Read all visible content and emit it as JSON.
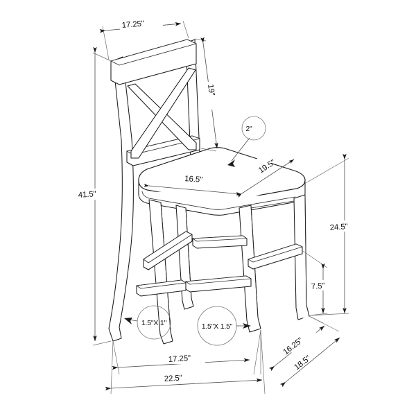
{
  "drawing": {
    "subject": "counter-height-bar-stool-dimension-drawing",
    "view": "isometric",
    "units": "inches",
    "line_color": "#1a1a1a",
    "dimension_color": "#4a4a4a",
    "background_color": "#ffffff"
  },
  "dimensions": {
    "backrest_width": "17.25\"",
    "backrest_height": "19\"",
    "seat_thickness": "2\"",
    "seat_width_front": "16.5\"",
    "seat_depth": "19.5\"",
    "overall_height": "41.5\"",
    "seat_height": "24.5\"",
    "footrest_height": "7.5\"",
    "base_width_inner": "17.25\"",
    "base_width_outer": "22.5\"",
    "base_depth_inner": "16.25\"",
    "base_depth_outer": "18.5\""
  },
  "callouts": [
    {
      "id": "seat-thickness",
      "label": "2\""
    },
    {
      "id": "back-leg-profile",
      "label": "1.5\"X 1\""
    },
    {
      "id": "front-leg-profile",
      "label": "1.5\"X 1.5\""
    }
  ]
}
